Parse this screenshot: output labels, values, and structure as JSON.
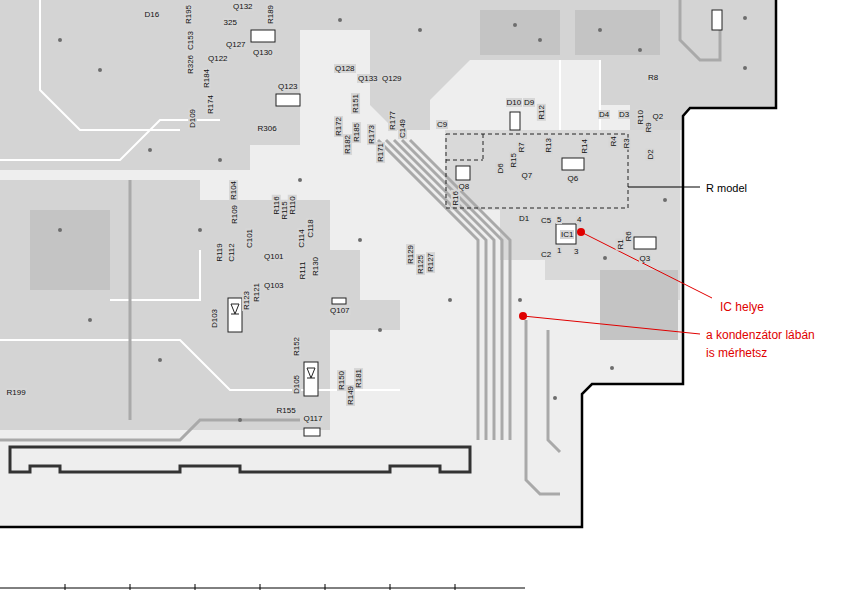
{
  "diagram": {
    "labels": [
      "D16",
      "R195",
      "Q132",
      "325",
      "R189",
      "Q130",
      "C153",
      "Q127",
      "Q122",
      "R326",
      "R184",
      "Q123",
      "D109",
      "R174",
      "R306",
      "Q128",
      "Q133",
      "Q129",
      "R151",
      "R172",
      "R185",
      "R182",
      "R173",
      "R171",
      "R177",
      "C149",
      "C9",
      "R104",
      "R109",
      "R116",
      "R115",
      "R110",
      "C118",
      "C114",
      "C101",
      "C112",
      "R119",
      "Q101",
      "R111",
      "R130",
      "Q103",
      "R121",
      "R123",
      "R129",
      "R125",
      "R127",
      "D103",
      "Q107",
      "R152",
      "D105",
      "R155",
      "Q117",
      "R149",
      "R150",
      "R181",
      "R199",
      "R8",
      "D10",
      "D9",
      "R12",
      "R14",
      "D4",
      "D3",
      "R10",
      "R9",
      "R4",
      "R3",
      "Q2",
      "D2",
      "R7",
      "R13",
      "R15",
      "D6",
      "Q8",
      "Q7",
      "Q6",
      "R16",
      "D1",
      "C5",
      "IC1",
      "4",
      "5",
      "1",
      "3",
      "C2",
      "R6",
      "R1",
      "Q3",
      "R model",
      "IC helye",
      "a kondenzátor lábán is mérhetsz"
    ]
  }
}
